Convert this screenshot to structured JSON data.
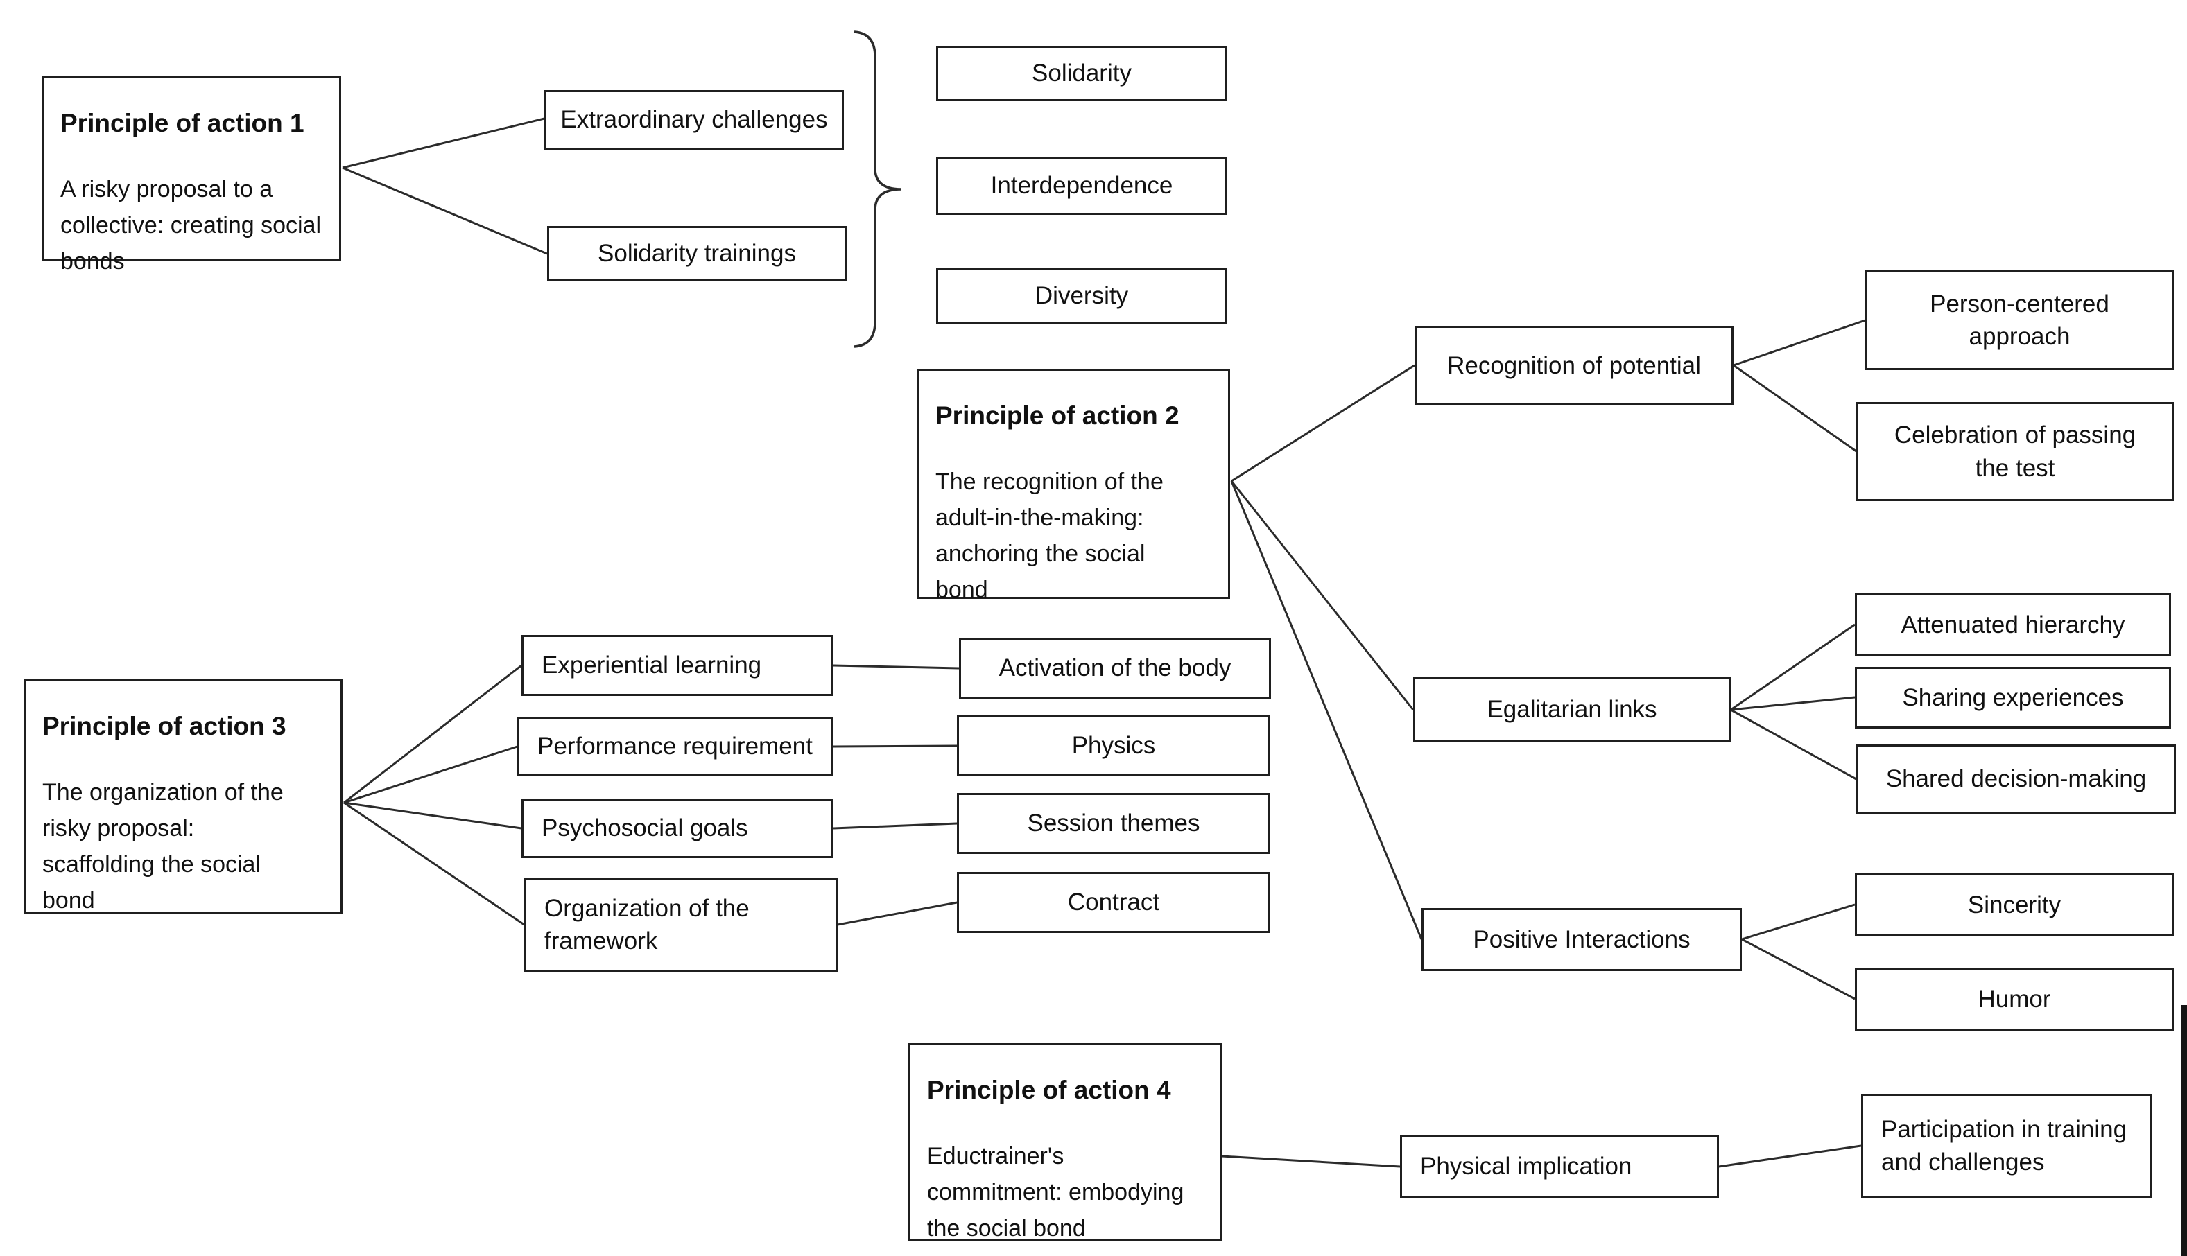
{
  "figure": {
    "background": "#ffffff",
    "line_color": "#2b2b2b",
    "border_color": "#1f1f1f"
  },
  "nodes": {
    "p1": {
      "title": "Principle of action 1",
      "body": "A risky proposal to a\ncollective: creating social\nbonds"
    },
    "extraordinary": {
      "label": "Extraordinary challenges"
    },
    "trainings": {
      "label": "Solidarity trainings"
    },
    "solidarity": {
      "label": "Solidarity"
    },
    "interdependence": {
      "label": "Interdependence"
    },
    "diversity": {
      "label": "Diversity"
    },
    "p2": {
      "title": "Principle of action 2",
      "body": "The recognition of the\nadult-in-the-making:\nanchoring the social\nbond"
    },
    "recognition": {
      "label": "Recognition of potential"
    },
    "person_centered": {
      "label": "Person-centered\napproach"
    },
    "celebration": {
      "label": "Celebration of passing\nthe test"
    },
    "egalitarian": {
      "label": "Egalitarian links"
    },
    "attenuated": {
      "label": "Attenuated hierarchy"
    },
    "sharing": {
      "label": "Sharing experiences"
    },
    "shared_dm": {
      "label": "Shared decision-making"
    },
    "positive": {
      "label": "Positive Interactions"
    },
    "sincerity": {
      "label": "Sincerity"
    },
    "humor": {
      "label": "Humor"
    },
    "p3": {
      "title": "Principle of action 3",
      "body": "The organization of the\nrisky proposal:\nscaffolding the social\nbond"
    },
    "experiential": {
      "label": "Experiential learning"
    },
    "performance": {
      "label": "Performance requirement"
    },
    "psychosocial": {
      "label": "Psychosocial goals"
    },
    "org_framework": {
      "label": "Organization of the\nframework"
    },
    "activation": {
      "label": "Activation of the body"
    },
    "physics": {
      "label": "Physics"
    },
    "session_themes": {
      "label": "Session themes"
    },
    "contract": {
      "label": "Contract"
    },
    "p4": {
      "title": "Principle of action 4",
      "body": "Eductrainer's\ncommitment: embodying\nthe social bond"
    },
    "physical": {
      "label": "Physical implication"
    },
    "participation": {
      "label": "Participation in training\nand challenges"
    }
  }
}
